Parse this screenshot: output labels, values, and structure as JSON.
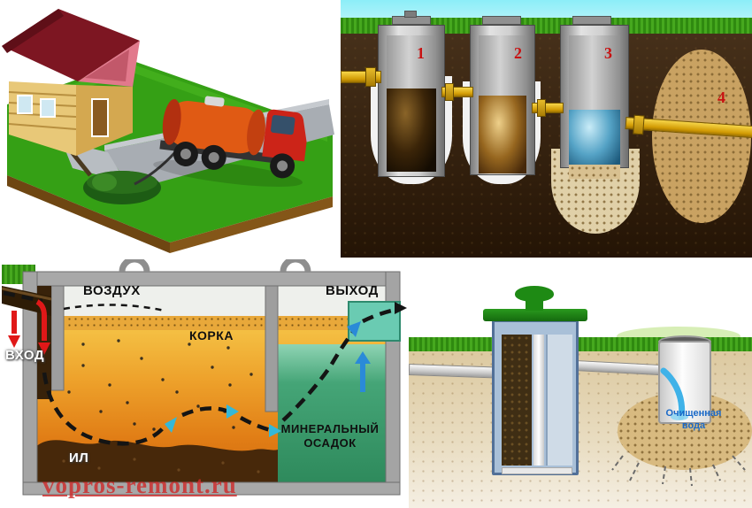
{
  "top_right": {
    "chamber_numbers": [
      "1",
      "2",
      "3",
      "4"
    ]
  },
  "bottom_left": {
    "labels": {
      "air": "ВОЗДУХ",
      "outlet": "ВЫХОД",
      "crust": "КОРКА",
      "inlet": "ВХОД",
      "sludge": "ИЛ",
      "mineral_sediment": "МИНЕРАЛЬНЫЙ ОСАДОК"
    }
  },
  "bottom_right": {
    "purified_water_label": "Очищенная вода"
  },
  "watermark": "vopros-remont.ru",
  "colors": {
    "chamber_number_red": "#c81111",
    "purified_water_blue": "#1868c8",
    "watermark_red": "#cd2828",
    "grass_green": "#3c9a14",
    "soil_dark_brown": "#32200e",
    "pipe_yellow": "#e8b41e",
    "liquid_orange": "#ec9e28",
    "sludge_brown": "#47280a",
    "mineral_sediment_green": "#2e8a5c",
    "outlet_teal": "#6acbb2",
    "tank_concrete_gray": "#a8a8a8",
    "septic_tank_blue_gray": "#a9c0d8",
    "lid_green": "#1e8a14"
  }
}
